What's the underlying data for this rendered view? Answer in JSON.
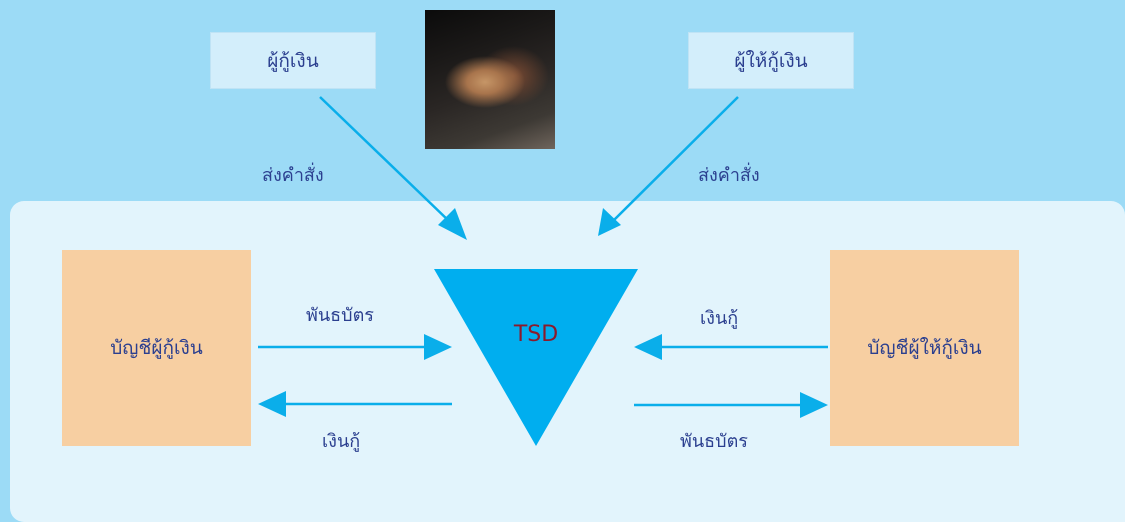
{
  "borrower_top": "ผู้กู้เงิน",
  "lender_top": "ผู้ให้กู้เงิน",
  "send_order_left": "ส่งคำสั่ง",
  "send_order_right": "ส่งคำสั่ง",
  "center_label": "TSD",
  "borrower_account": "บัญชีผู้กู้เงิน",
  "lender_account": "บัญชีผู้ให้กู้เงิน",
  "left_top_flow": "พันธบัตร",
  "left_bottom_flow": "เงินกู้",
  "right_top_flow": "เงินกู้",
  "right_bottom_flow": "พันธบัตร",
  "colors": {
    "background": "#9cdbf6",
    "panel": "#e2f4fc",
    "arrow": "#0aaeea",
    "account_box": "#f7cfa2",
    "text": "#2b3f8f",
    "tsd_text": "#8b1a2b"
  },
  "photo_subject": "handshake-photo"
}
